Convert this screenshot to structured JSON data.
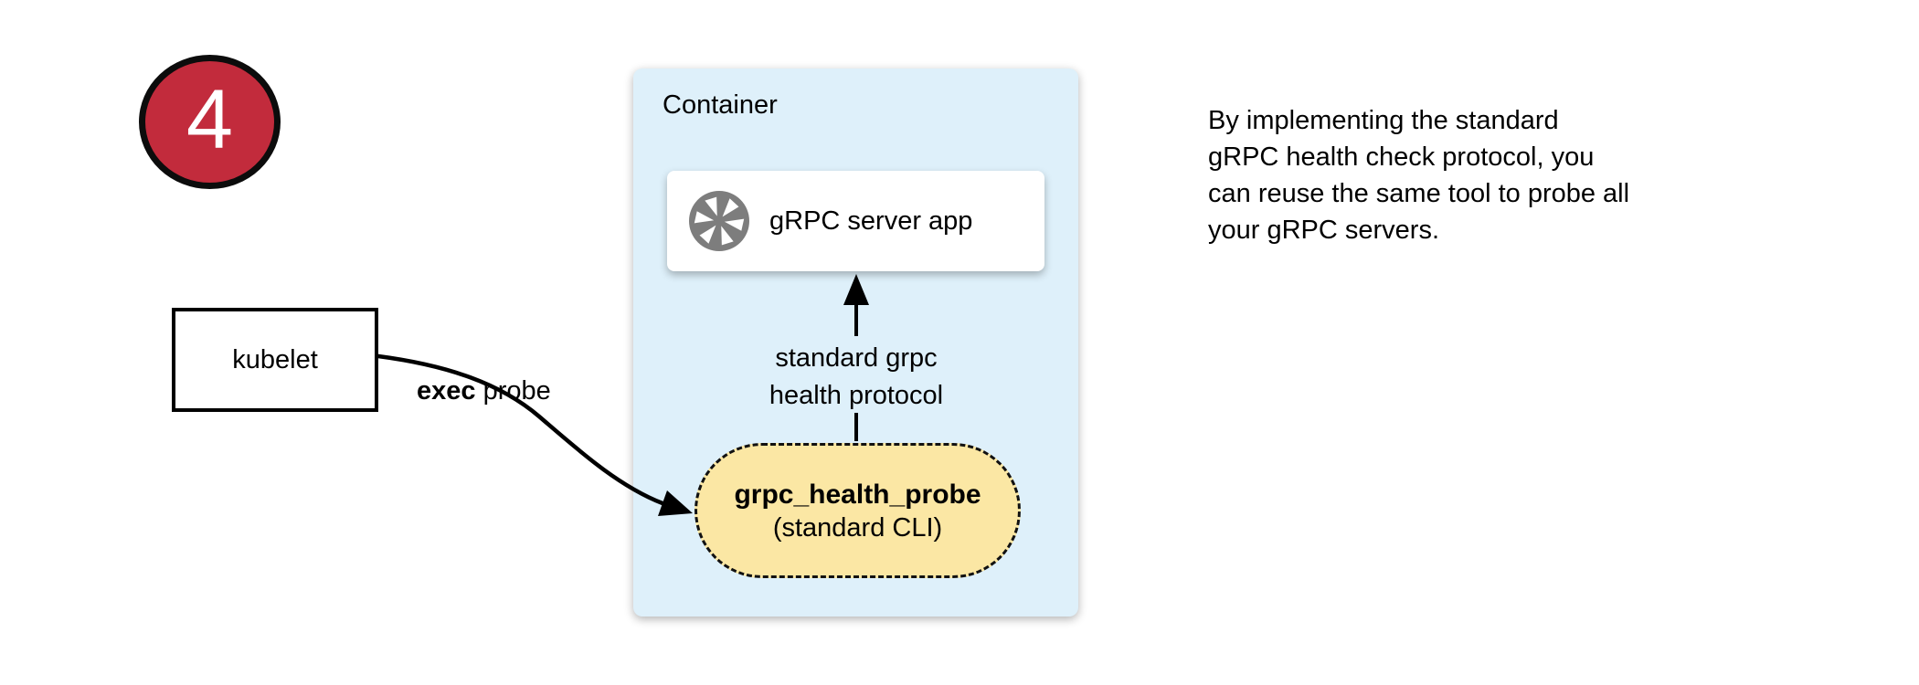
{
  "step_badge": {
    "number": "4",
    "fill_color": "#c22b3c",
    "border_color": "#0c0c0c"
  },
  "kubelet_box": {
    "label": "kubelet"
  },
  "exec_probe_label": {
    "bold": "exec",
    "rest": " probe"
  },
  "container": {
    "title": "Container",
    "fill_color": "#def0fa",
    "server_card": {
      "label": "gRPC server app",
      "icon": "aperture-icon",
      "icon_color": "#7d7d7d"
    },
    "protocol_label": "standard grpc\nhealth protocol",
    "probe_pill": {
      "title": "grpc_health_probe",
      "subtitle": "(standard CLI)",
      "fill_color": "#fbe7a4"
    }
  },
  "note": {
    "text": "By implementing the standard\ngRPC health check protocol, you\ncan reuse the same tool to probe all\nyour gRPC servers."
  }
}
